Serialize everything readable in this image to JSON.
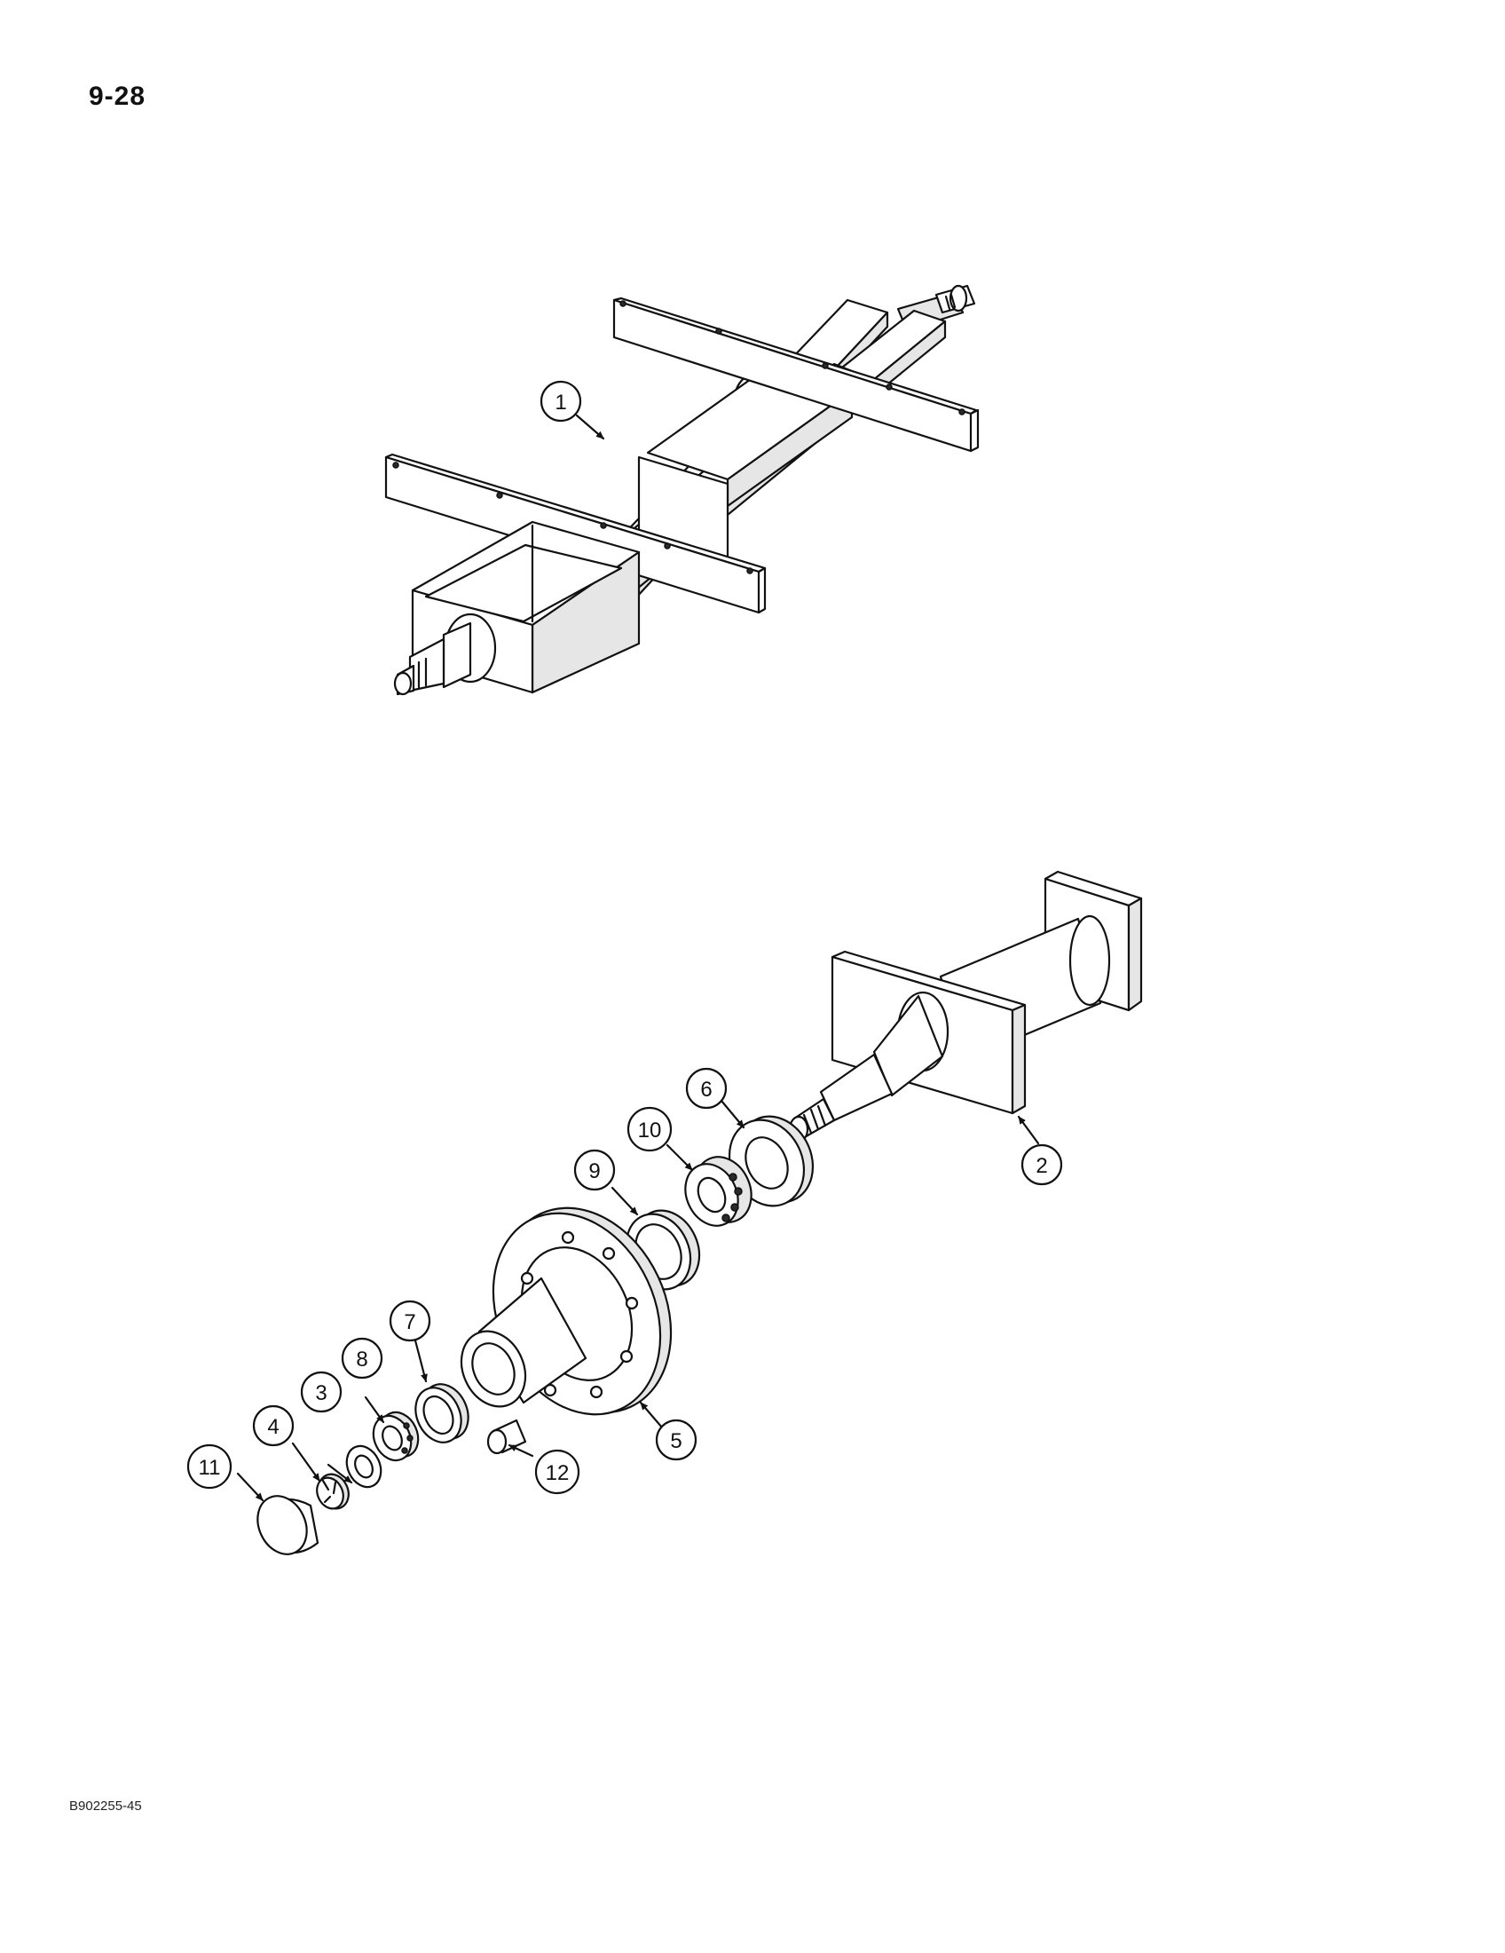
{
  "page": {
    "number": "9-28",
    "figure_code": "B902255-45"
  },
  "callouts": [
    {
      "id": "c1",
      "label": "1"
    },
    {
      "id": "c2",
      "label": "2"
    },
    {
      "id": "c3",
      "label": "3"
    },
    {
      "id": "c4",
      "label": "4"
    },
    {
      "id": "c5",
      "label": "5"
    },
    {
      "id": "c6",
      "label": "6"
    },
    {
      "id": "c7",
      "label": "7"
    },
    {
      "id": "c8",
      "label": "8"
    },
    {
      "id": "c9",
      "label": "9"
    },
    {
      "id": "c10",
      "label": "10"
    },
    {
      "id": "c11",
      "label": "11"
    },
    {
      "id": "c12",
      "label": "12"
    }
  ]
}
